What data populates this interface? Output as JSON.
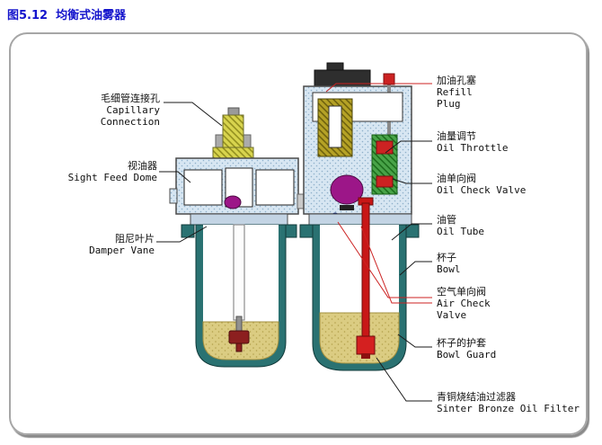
{
  "title": "图5.12  均衡式油雾器",
  "labels": {
    "capillary": {
      "zh": "毛细管连接孔",
      "en1": "Capillary",
      "en2": "Connection"
    },
    "sight": {
      "zh": "视油器",
      "en1": "Sight Feed Dome"
    },
    "damper": {
      "zh": "阻尼叶片",
      "en1": "Damper Vane"
    },
    "refill": {
      "zh": "加油孔塞",
      "en1": "Refill",
      "en2": "Plug"
    },
    "throttle": {
      "zh": "油量调节",
      "en1": "Oil Throttle"
    },
    "oilcheck": {
      "zh": "油单向阀",
      "en1": "Oil Check Valve"
    },
    "oiltube": {
      "zh": "油管",
      "en1": "Oil Tube"
    },
    "bowl": {
      "zh": "杯子",
      "en1": "Bowl"
    },
    "aircheck": {
      "zh": "空气单向阀",
      "en1": "Air Check",
      "en2": "Valve"
    },
    "bowlguard": {
      "zh": "杯子的护套",
      "en1": "Bowl Guard"
    },
    "filter": {
      "zh": "青铜烧结油过滤器",
      "en1": "Sinter Bronze Oil Filter"
    }
  },
  "colors": {
    "title_blue": "#1414cc",
    "leader_dark": "#1a1a1a",
    "leader_red": "#cc2222",
    "body_stipple": "#d7e6f2",
    "bowl_teal": "#2a7272",
    "oil_khaki": "#dbcc82",
    "fitting_yellow": "#d8d44e",
    "olive_block": "#b5a226",
    "valve_green": "#49a449",
    "dome_magenta": "#9c1688",
    "tube_red": "#c81717",
    "cap_black": "#2e2e2e"
  }
}
